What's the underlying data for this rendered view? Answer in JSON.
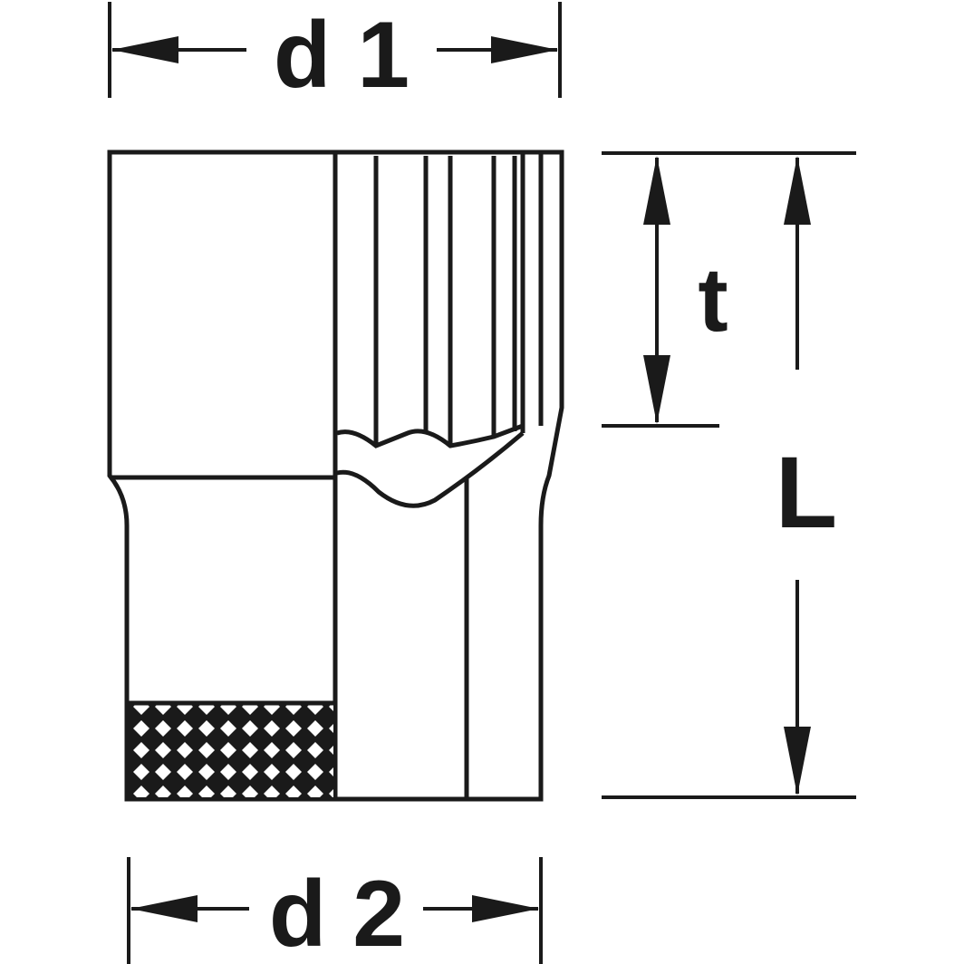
{
  "labels": {
    "d1": "d 1",
    "d2": "d 2",
    "t": "t",
    "L": "L"
  },
  "colors": {
    "line": "#1a1a1a",
    "background": "#ffffff"
  }
}
